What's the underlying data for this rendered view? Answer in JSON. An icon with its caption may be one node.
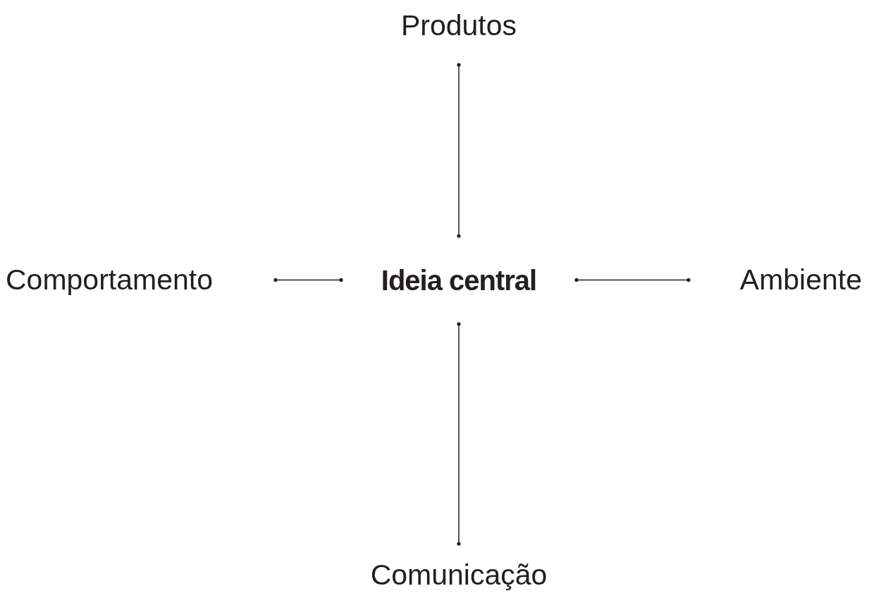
{
  "diagram": {
    "nodes": [
      {
        "text": [
          "Ideia central"
        ]
      },
      {
        "text": [
          "Produtos"
        ]
      },
      {
        "text": [
          "Comportamento"
        ]
      },
      {
        "text": [
          "Ambiente"
        ]
      },
      {
        "text": [
          "Comunicação"
        ]
      }
    ],
    "edges": [
      {
        "from": 0,
        "to": 1,
        "arrow": "other"
      },
      {
        "from": 0,
        "to": 2,
        "arrow": "other"
      },
      {
        "from": 0,
        "to": 3,
        "arrow": "other"
      },
      {
        "from": 0,
        "to": 4,
        "arrow": "other"
      }
    ]
  }
}
